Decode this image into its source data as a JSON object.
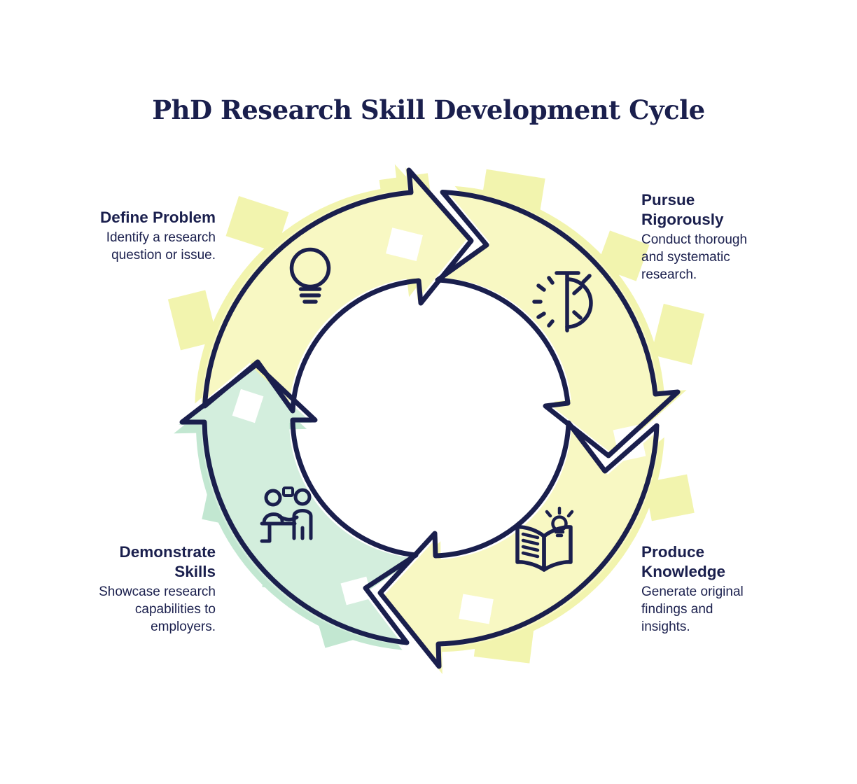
{
  "title": "PhD Research Skill Development Cycle",
  "colors": {
    "navy": "#1a1f4d",
    "yellow": "#f8f8c3",
    "yellow_patch": "#f2f4ae",
    "mint": "#d3eedd",
    "mint_patch": "#c2e7d1",
    "background": "#ffffff"
  },
  "stages": [
    {
      "name": "Define Problem",
      "description": "Identify a research\nquestion or issue.",
      "icon": "lightbulb-icon",
      "theme": "yellow",
      "position": "top-left"
    },
    {
      "name": "Pursue\nRigorously",
      "description": "Conduct thorough\nand systematic\nresearch.",
      "icon": "stopwatch-icon",
      "theme": "yellow",
      "position": "top-right"
    },
    {
      "name": "Produce\nKnowledge",
      "description": "Generate original\nfindings and\ninsights.",
      "icon": "open-book-bulb-icon",
      "theme": "yellow",
      "position": "bottom-right"
    },
    {
      "name": "Demonstrate\nSkills",
      "description": "Showcase research\ncapabilities to\nemployers.",
      "icon": "handshake-presentation-icon",
      "theme": "mint",
      "position": "bottom-left"
    }
  ]
}
